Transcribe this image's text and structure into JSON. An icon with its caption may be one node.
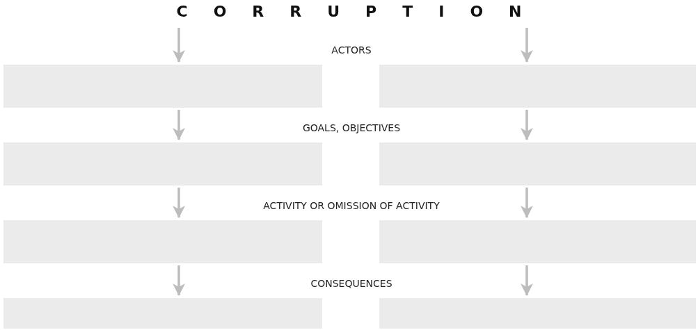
{
  "diagram": {
    "title": "CORRUPTION",
    "nodes": [
      {
        "text": [],
        "shape": "box"
      },
      {
        "text": [],
        "shape": "box"
      },
      {
        "text": [],
        "shape": "box"
      },
      {
        "text": [],
        "shape": "box"
      },
      {
        "text": [],
        "shape": "box"
      },
      {
        "text": [],
        "shape": "box"
      },
      {
        "text": [],
        "shape": "box"
      },
      {
        "text": [],
        "shape": "box"
      }
    ],
    "edges": [
      {
        "from": null,
        "to": 0,
        "arrow": "to"
      },
      {
        "from": null,
        "to": 1,
        "arrow": "to"
      },
      {
        "from": 0,
        "to": 2,
        "arrow": "to"
      },
      {
        "from": 1,
        "to": 3,
        "arrow": "to"
      },
      {
        "from": 2,
        "to": 4,
        "arrow": "to"
      },
      {
        "from": 3,
        "to": 5,
        "arrow": "to"
      },
      {
        "from": 4,
        "to": 6,
        "arrow": "to"
      },
      {
        "from": 5,
        "to": 7,
        "arrow": "to"
      }
    ],
    "labels": [
      "ACTORS",
      "GOALS, OBJECTIVES",
      "ACTIVITY OR OMISSION OF ACTIVITY",
      "CONSEQUENCES"
    ]
  }
}
